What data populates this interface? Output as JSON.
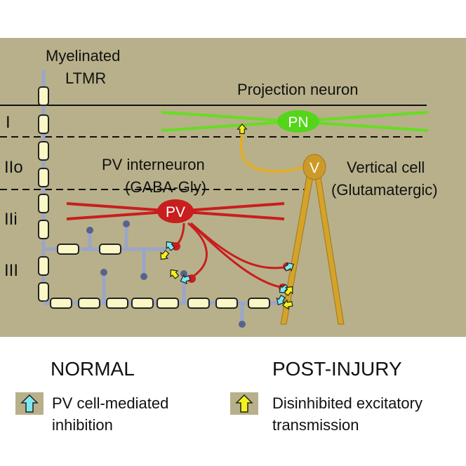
{
  "colors": {
    "background": "#b8b08a",
    "axon": "#9aa6c8",
    "myelin": "#fbf7c6",
    "projection": "#66dd22",
    "vertical": "#d4a32a",
    "pv": "#c81e1e",
    "inhibition_arrow": "#7ee8f0",
    "excitation_arrow": "#f5f219"
  },
  "labels": {
    "myelinated_line1": "Myelinated",
    "myelinated_line2": "LTMR",
    "projection_neuron": "Projection neuron",
    "pn": "PN",
    "v": "V",
    "pv": "PV",
    "pv_interneuron_line1": "PV interneuron",
    "pv_interneuron_line2": "(GABA-Gly)",
    "vertical_cell_line1": "Vertical cell",
    "vertical_cell_line2": "(Glutamatergic)"
  },
  "layers": [
    "I",
    "IIo",
    "IIi",
    "III"
  ],
  "legend": {
    "normal_title": "NORMAL",
    "post_injury_title": "POST-INJURY",
    "normal_line1": "PV cell-mediated",
    "normal_line2": "inhibition",
    "post_line1": "Disinhibited excitatory",
    "post_line2": "transmission",
    "normal_icon": "cyan-arrow-icon",
    "post_icon": "yellow-arrow-icon"
  }
}
